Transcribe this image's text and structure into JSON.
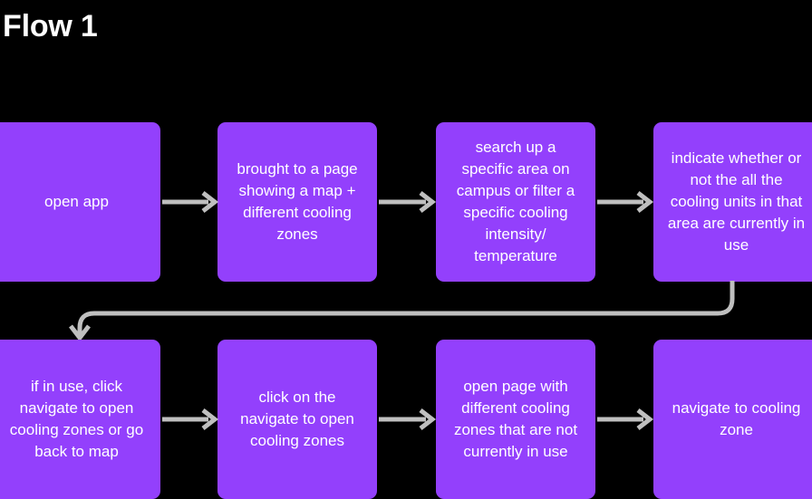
{
  "page": {
    "title": "Flow 1",
    "background_color": "#000000",
    "node_color": "#9340fc",
    "node_text_color": "#ffffff",
    "connector_color": "#bfbfbf"
  },
  "flow": {
    "rows": [
      {
        "nodes": [
          {
            "id": "open-app",
            "label": "open app"
          },
          {
            "id": "map-page",
            "label": "brought to a page showing a map + different cooling zones"
          },
          {
            "id": "search-filter",
            "label": "search up a specific area on campus or filter a specific cooling intensity/ temperature"
          },
          {
            "id": "indicate-in-use",
            "label": "indicate whether or not the all the cooling units in that area are currently in use"
          }
        ]
      },
      {
        "nodes": [
          {
            "id": "if-in-use",
            "label": "if in use, click navigate to open cooling zones or go back to map"
          },
          {
            "id": "click-navigate",
            "label": "click on the navigate to open cooling zones"
          },
          {
            "id": "open-free-zones",
            "label": "open page with different cooling zones that are not currently in use"
          },
          {
            "id": "navigate-zone",
            "label": "navigate to cooling zone"
          }
        ]
      }
    ],
    "connectors": [
      {
        "id": "open-app-to-map-page",
        "type": "straight-arrow-right"
      },
      {
        "id": "map-page-to-search-filter",
        "type": "straight-arrow-right"
      },
      {
        "id": "search-filter-to-indicate",
        "type": "straight-arrow-right"
      },
      {
        "id": "indicate-to-if-in-use",
        "type": "wrap-around-arrow-down"
      },
      {
        "id": "if-in-use-to-click-navigate",
        "type": "straight-arrow-right"
      },
      {
        "id": "click-navigate-to-open-free",
        "type": "straight-arrow-right"
      },
      {
        "id": "open-free-to-navigate-zone",
        "type": "straight-arrow-right"
      }
    ]
  }
}
